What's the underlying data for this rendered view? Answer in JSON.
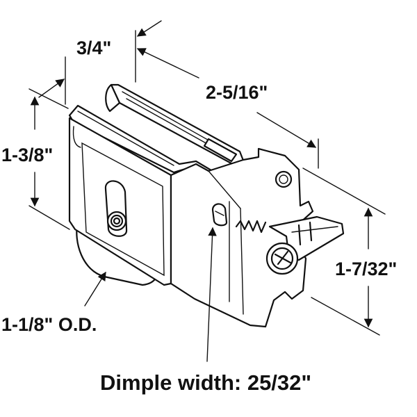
{
  "dimensions": {
    "top_width": "3/4\"",
    "length": "2-5/16\"",
    "height_left": "1-3/8\"",
    "height_right": "1-7/32\"",
    "wheel_diameter": "1-1/8\" O.D.",
    "dimple_width": "Dimple width: 25/32\""
  },
  "colors": {
    "ink": "#111111",
    "background": "#ffffff"
  }
}
